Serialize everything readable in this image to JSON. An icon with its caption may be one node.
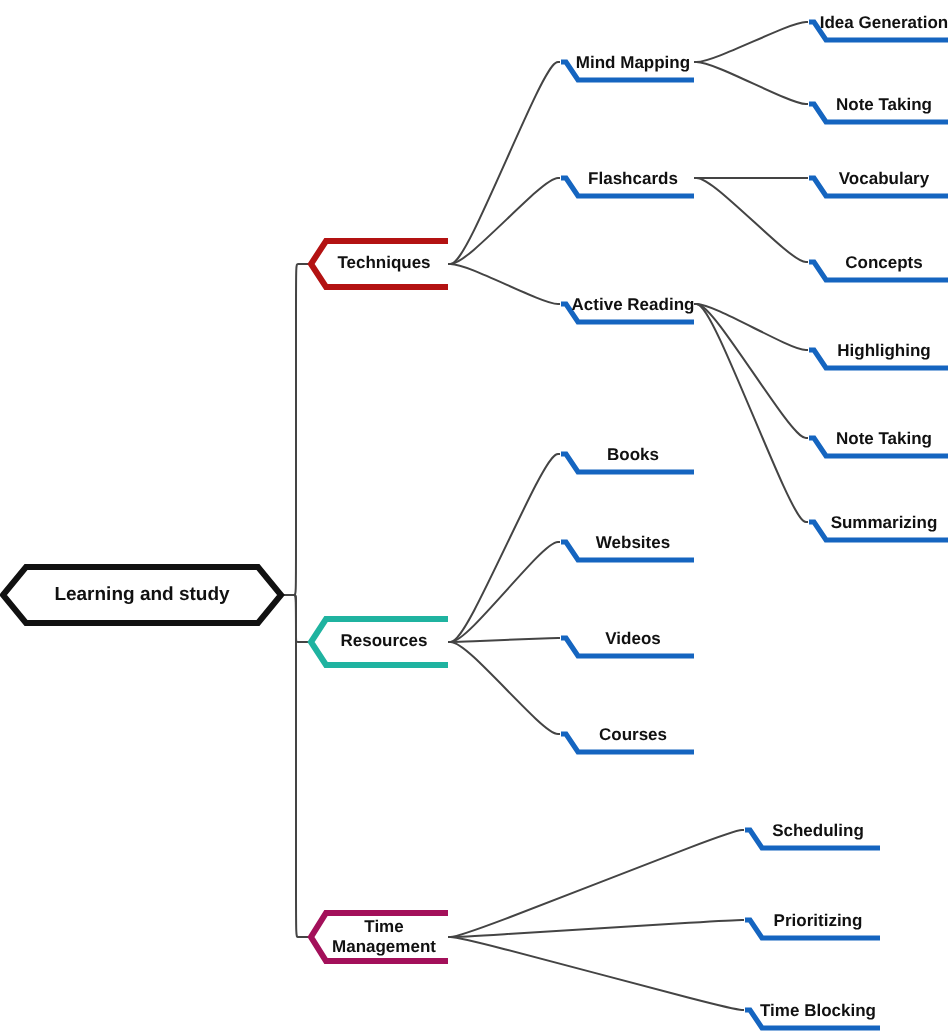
{
  "diagram": {
    "nodes": [
      {
        "text": [
          "Learning and study"
        ]
      },
      {
        "text": [
          "Techniques"
        ]
      },
      {
        "text": [
          "Mind Mapping"
        ]
      },
      {
        "text": [
          "Idea Generation"
        ]
      },
      {
        "text": [
          "Note Taking"
        ]
      },
      {
        "text": [
          "Flashcards"
        ]
      },
      {
        "text": [
          "Vocabulary"
        ]
      },
      {
        "text": [
          "Concepts"
        ]
      },
      {
        "text": [
          "Active Reading"
        ]
      },
      {
        "text": [
          "Highlighing"
        ]
      },
      {
        "text": [
          "Note Taking"
        ]
      },
      {
        "text": [
          "Summarizing"
        ]
      },
      {
        "text": [
          "Resources"
        ]
      },
      {
        "text": [
          "Books"
        ]
      },
      {
        "text": [
          "Websites"
        ]
      },
      {
        "text": [
          "Videos"
        ]
      },
      {
        "text": [
          "Courses"
        ]
      },
      {
        "text": [
          "Time Management"
        ]
      },
      {
        "text": [
          "Scheduling"
        ]
      },
      {
        "text": [
          "Prioritizing"
        ]
      },
      {
        "text": [
          "Time Blocking"
        ]
      }
    ],
    "edges": [
      {
        "from": 0,
        "to": 1,
        "arrow": "none"
      },
      {
        "from": 0,
        "to": 12,
        "arrow": "none"
      },
      {
        "from": 0,
        "to": 17,
        "arrow": "none"
      },
      {
        "from": 1,
        "to": 2,
        "arrow": "none"
      },
      {
        "from": 2,
        "to": 3,
        "arrow": "none"
      },
      {
        "from": 2,
        "to": 4,
        "arrow": "none"
      },
      {
        "from": 1,
        "to": 5,
        "arrow": "none"
      },
      {
        "from": 5,
        "to": 6,
        "arrow": "none"
      },
      {
        "from": 5,
        "to": 7,
        "arrow": "none"
      },
      {
        "from": 1,
        "to": 8,
        "arrow": "none"
      },
      {
        "from": 8,
        "to": 9,
        "arrow": "none"
      },
      {
        "from": 8,
        "to": 10,
        "arrow": "none"
      },
      {
        "from": 8,
        "to": 11,
        "arrow": "none"
      },
      {
        "from": 12,
        "to": 13,
        "arrow": "none"
      },
      {
        "from": 12,
        "to": 14,
        "arrow": "none"
      },
      {
        "from": 12,
        "to": 15,
        "arrow": "none"
      },
      {
        "from": 12,
        "to": 16,
        "arrow": "none"
      },
      {
        "from": 17,
        "to": 18,
        "arrow": "none"
      },
      {
        "from": 17,
        "to": 19,
        "arrow": "none"
      },
      {
        "from": 17,
        "to": 20,
        "arrow": "none"
      }
    ]
  }
}
